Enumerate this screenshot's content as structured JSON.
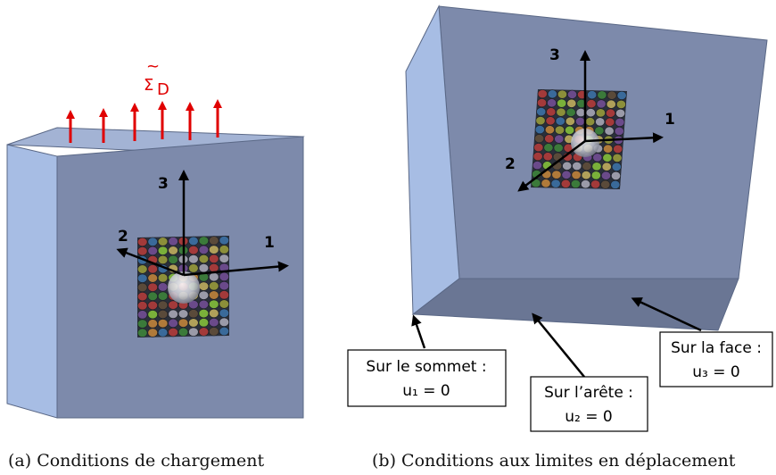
{
  "panel_a": {
    "caption": "(a) Conditions de chargement",
    "load_symbol": "Σ",
    "load_tilde": "~",
    "load_subscript": "D",
    "axes": {
      "a1": "1",
      "a2": "2",
      "a3": "3"
    }
  },
  "panel_b": {
    "caption": "(b) Conditions aux limites en déplacement",
    "axes": {
      "b1": "1",
      "b2": "2",
      "b3": "3"
    },
    "boxes": {
      "vertex": {
        "line1": "Sur le sommet :",
        "line2": "u₁ = 0"
      },
      "edge": {
        "line1": "Sur l’arête :",
        "line2": "u₂ = 0"
      },
      "face": {
        "line1": "Sur la face :",
        "line2": "u₃ = 0"
      }
    }
  },
  "colors": {
    "block_front": "#7d8aab",
    "block_top": "#a3b3d4",
    "block_side": "#a7bde4",
    "block_bottom": "#6a7694",
    "load_arrow": "#e00000",
    "axis": "#000000",
    "grain_palette": [
      "#3b7a3a",
      "#8c8f3a",
      "#6a4a8a",
      "#b07a3a",
      "#a33a3a",
      "#3a6a9a",
      "#b0a05a",
      "#7ab03a",
      "#5a4a3a",
      "#9a9aa8"
    ]
  }
}
